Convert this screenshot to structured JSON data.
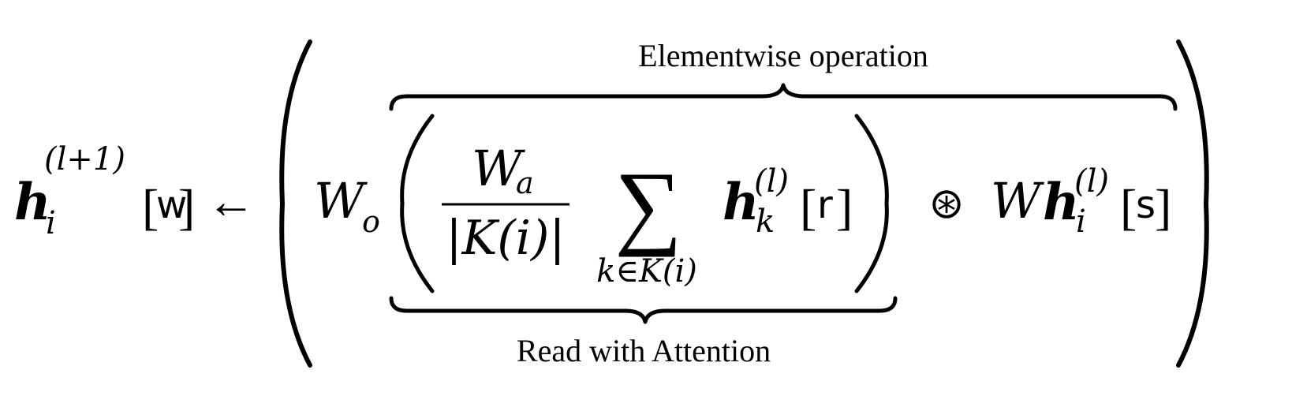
{
  "equation": {
    "lhs": {
      "vector": "h",
      "subscript": "i",
      "superscript": "(l+1)",
      "index": "w",
      "arrow": "←"
    },
    "wo": {
      "letter": "W",
      "subscript": "o"
    },
    "fraction": {
      "numerator_letter": "W",
      "numerator_subscript": "a",
      "denominator": "|K(i)|"
    },
    "sum": {
      "symbol": "∑",
      "limits": "k∈K(i)",
      "vector": "h",
      "subscript": "k",
      "superscript": "(l)",
      "index": "r"
    },
    "operator": "⊛",
    "rhs": {
      "matrix": "W",
      "vector": "h",
      "subscript": "i",
      "superscript": "(l)",
      "index": "s"
    }
  },
  "annotations": {
    "top_brace_label": "Elementwise operation",
    "bottom_brace_label": "Read with Attention"
  }
}
